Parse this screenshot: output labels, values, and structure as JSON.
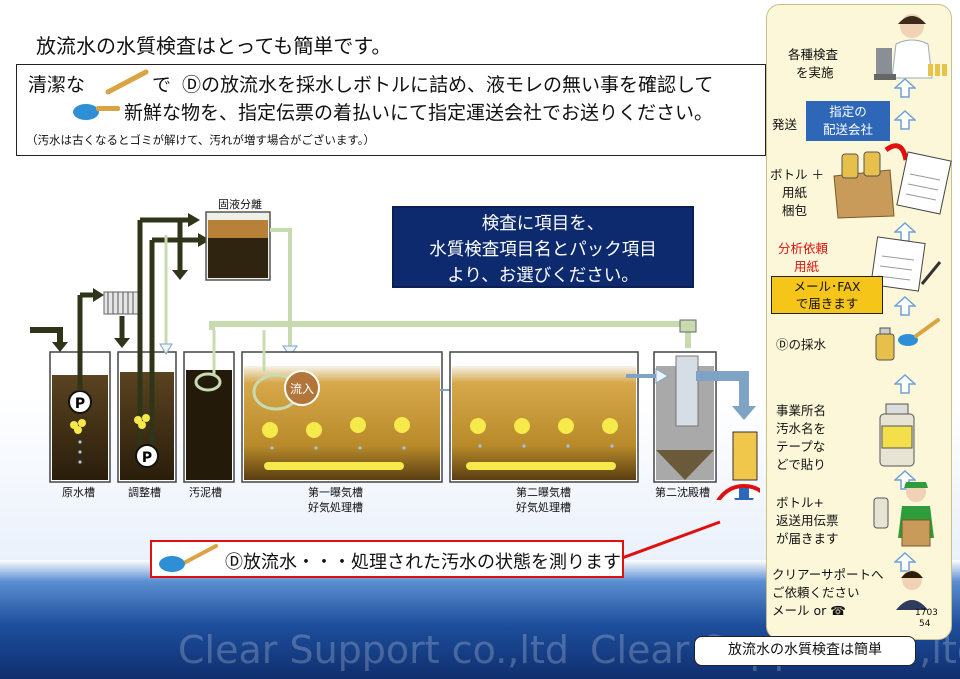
{
  "title": "放流水の水質検査はとっても簡単です。",
  "instructions": {
    "line1_a": "清潔な",
    "line1_b": "で",
    "line1_c": "Ⓓの放流水を採水しボトルに詰め、液モレの無い事を確認して",
    "line2": "新鮮な物を、指定伝票の着払いにて指定運送会社でお送りください。",
    "note": "（汚水は古くなるとゴミが解けて、汚れが増す場合がございます。）"
  },
  "blue_note": {
    "line1": "検査に項目を、",
    "line2": "水質検査項目名とパック項目",
    "line3": "より、お選びください。"
  },
  "diagram": {
    "solid_sep_label": "固液分離",
    "inflow_label": "流入",
    "pump_label": "P",
    "tanks": [
      {
        "line1": "原水槽",
        "line2": ""
      },
      {
        "line1": "調整槽",
        "line2": ""
      },
      {
        "line1": "汚泥槽",
        "line2": ""
      },
      {
        "line1": "第一曝気槽",
        "line2": "好気処理槽"
      },
      {
        "line1": "第二曝気槽",
        "line2": "好気処理槽"
      },
      {
        "line1": "第二沈殿槽",
        "line2": ""
      }
    ]
  },
  "callout": "Ⓓ放流水・・・処理された汚水の状態を測ります",
  "side_steps": {
    "step1": {
      "line1": "各種検査",
      "line2": "を実施"
    },
    "step2_label": "発送",
    "step2_box": {
      "line1": "指定の",
      "line2": "配送会社"
    },
    "step3": {
      "line1": "ボトル ＋",
      "line2": "用紙",
      "line3": "梱包"
    },
    "step4": {
      "line1": "分析依頼",
      "line2": "用紙",
      "color": "#e01010"
    },
    "step4_box": {
      "line1": "メール･FAX",
      "line2": "で届きます"
    },
    "step5": "Ⓓの採水",
    "step6": {
      "line1": "事業所名",
      "line2": "汚水名を",
      "line3": "テープな",
      "line4": "どで貼り"
    },
    "step7": {
      "line1": "ボトル+",
      "line2": "返送用伝票",
      "line3": "が届きます"
    },
    "step8": {
      "line1": "クリアーサポートへ",
      "line2": "ご依頼ください",
      "line3": "メール or ☎"
    }
  },
  "bottom_label": "放流水の水質検査は簡単",
  "page_code": {
    "line1": "1703",
    "line2": "54"
  },
  "watermark": "Clear Support co.,ltd",
  "colors": {
    "navy": "#0d2a6e",
    "sludge": "#3a2a12",
    "aeration": "#c7901f",
    "pipe": "#c8dbb0",
    "arrow_dark": "#2f3519",
    "red": "#e01010",
    "yellow": "#f6c51a",
    "side_bg": "#fbf7d8"
  }
}
